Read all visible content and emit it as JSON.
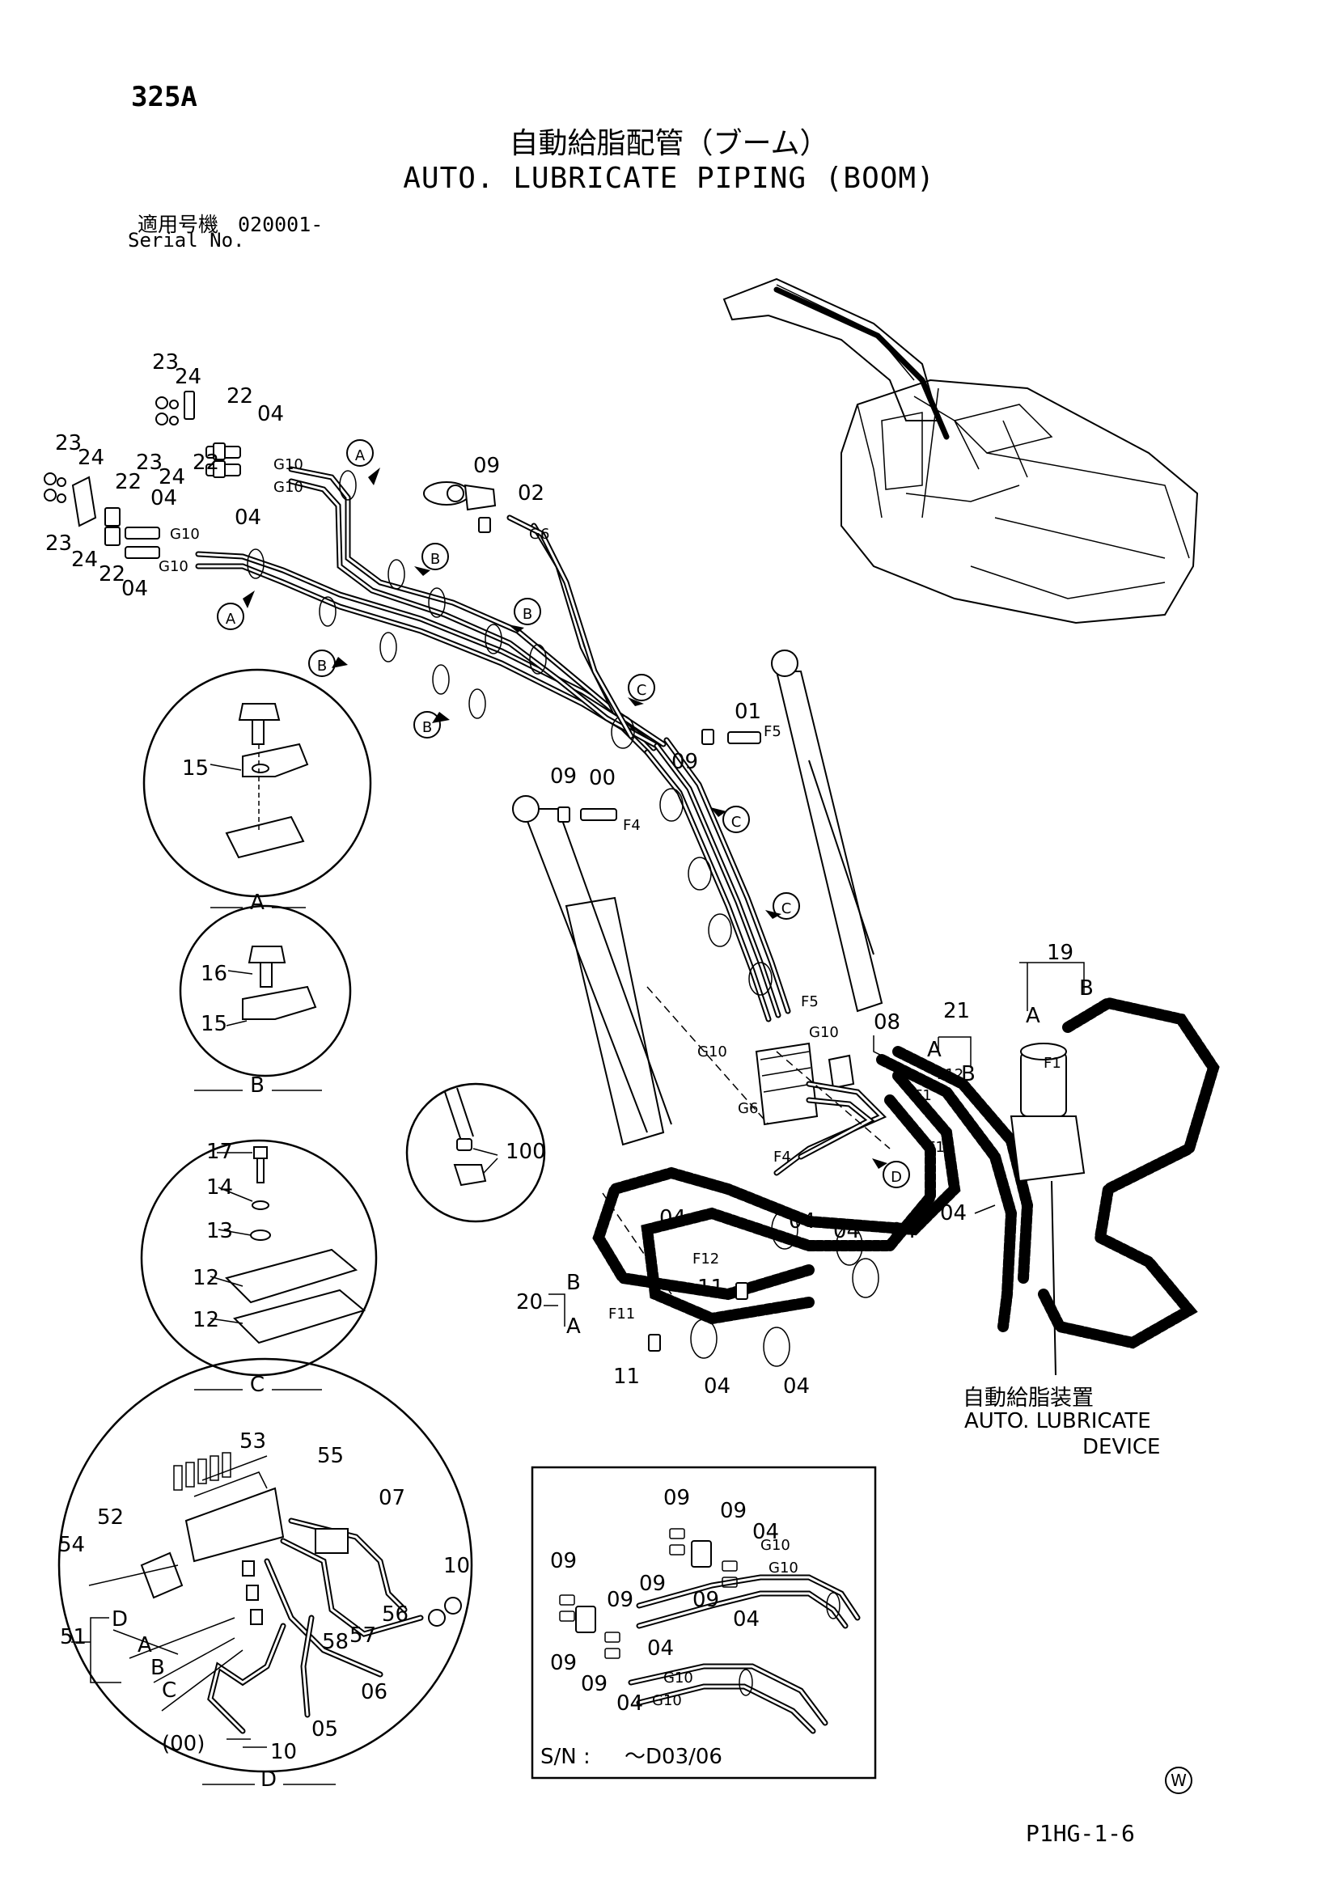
{
  "header": {
    "page_code": "325A",
    "title_jp": "自動給脂配管（ブーム）",
    "title_en": "AUTO. LUBRICATE PIPING (BOOM)",
    "serial_label_jp": "適用号機",
    "serial_value": "020001-",
    "serial_label_en": "Serial No."
  },
  "footer": {
    "doc_code": "P1HG-1-6",
    "mark": "W"
  },
  "device_label": {
    "jp": "自動給脂装置",
    "en_line1": "AUTO. LUBRICATE",
    "en_line2": "DEVICE"
  },
  "detail_views": {
    "a": "A",
    "b": "B",
    "c": "C",
    "d": "D"
  },
  "inset_note": {
    "sn_label": "S/N :",
    "sn_range": "～D03/06"
  },
  "callouts": {
    "p00": "00",
    "p01": "01",
    "p02": "02",
    "p04": "04",
    "p05": "05",
    "p06": "06",
    "p07": "07",
    "p08": "08",
    "p09": "09",
    "p10": "10",
    "p11": "11",
    "p12": "12",
    "p13": "13",
    "p14": "14",
    "p15": "15",
    "p16": "16",
    "p17": "17",
    "p19": "19",
    "p20": "20",
    "p21": "21",
    "p22": "22",
    "p23": "23",
    "p24": "24",
    "p51": "51",
    "p52": "52",
    "p53": "53",
    "p54": "54",
    "p55": "55",
    "p56": "56",
    "p57": "57",
    "p58": "58",
    "p100": "100",
    "p00_paren": "(00)",
    "g6": "G6",
    "g10": "G10",
    "f1": "F1",
    "f4": "F4",
    "f5": "F5",
    "f11": "F11",
    "f12": "F12"
  }
}
